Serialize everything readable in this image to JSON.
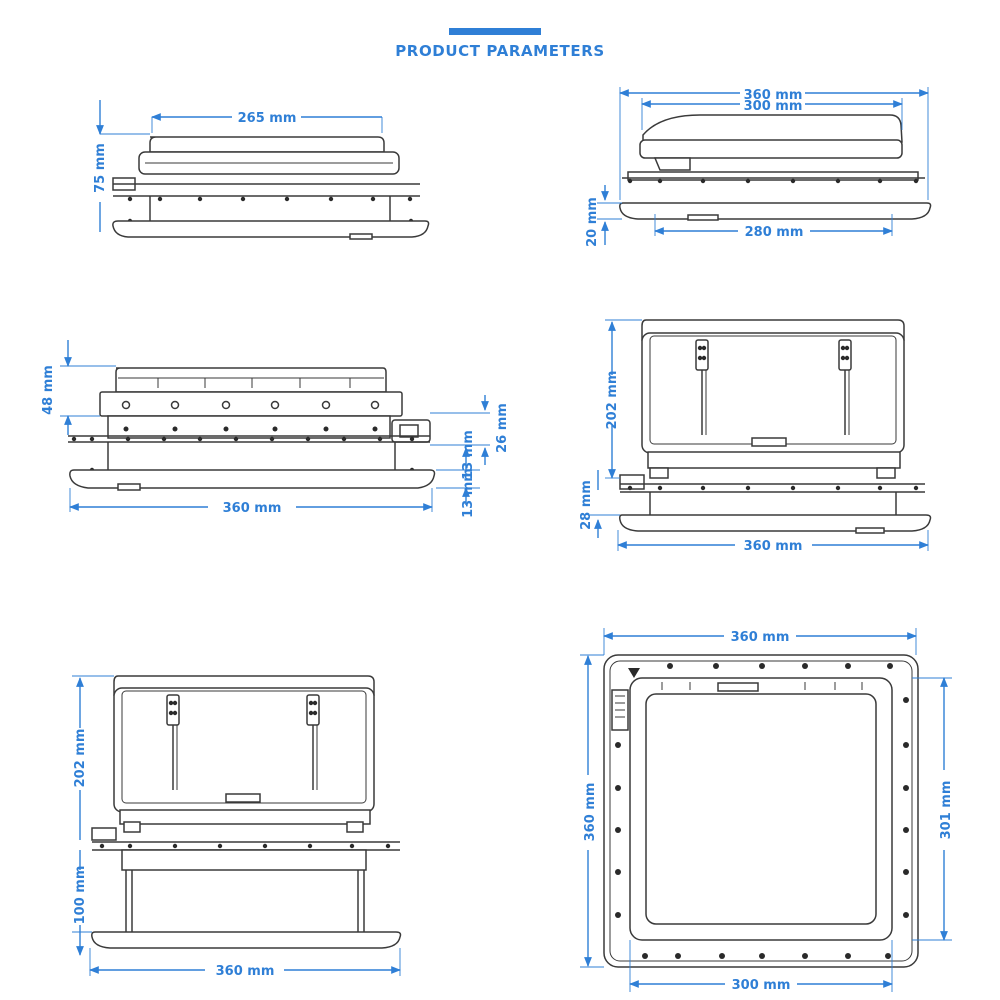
{
  "header": {
    "title": "PRODUCT PARAMETERS"
  },
  "colors": {
    "accent": "#2f7fd6",
    "outline": "#3a3a3a"
  },
  "views": {
    "top_left": {
      "width_label": "265 mm",
      "height_label": "75 mm"
    },
    "top_right": {
      "outer_label": "360 mm",
      "inner_label": "300 mm",
      "bottom_label": "280 mm",
      "height_label": "20 mm"
    },
    "mid_left": {
      "height_label": "48 mm",
      "right_label": "26 mm",
      "small_label_a": "13 mm",
      "small_label_b": "13 mm",
      "width_label": "360 mm"
    },
    "mid_right": {
      "height_label": "202 mm",
      "base_label": "28 mm",
      "width_label": "360 mm"
    },
    "bottom_left": {
      "height_label": "202 mm",
      "lower_label": "100 mm",
      "width_label": "360 mm"
    },
    "bottom_right": {
      "top_label": "360 mm",
      "left_label": "360 mm",
      "right_label": "301 mm",
      "bottom_label": "300 mm"
    }
  }
}
